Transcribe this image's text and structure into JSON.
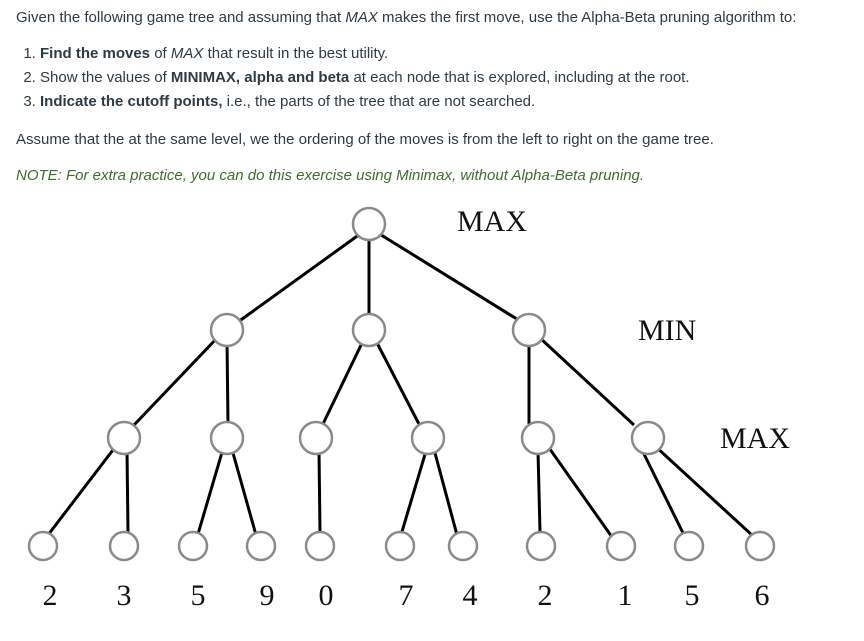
{
  "question": {
    "intro": {
      "a": "Given the following game tree and assuming that ",
      "max": "MAX",
      "b": " makes the first move, use the Alpha-Beta pruning algorithm to:"
    },
    "steps": [
      {
        "bold": "Find the moves",
        "a": " of ",
        "em": "MAX",
        "b": " that result in the best utility."
      },
      {
        "a": "Show the values of ",
        "bold": "MINIMAX, alpha and beta",
        "b": " at each node that is explored, including at the root."
      },
      {
        "bold": "Indicate the cutoff points,",
        "a": " i.e., the parts of the tree that are not searched."
      }
    ],
    "assumption": "Assume that the at the same level, we the ordering of the moves is from the left to right on the game tree.",
    "note": "NOTE: For extra practice, you can do this exercise using Minimax, without Alpha-Beta pruning."
  },
  "tree": {
    "level_labels": [
      "MAX",
      "MIN",
      "MAX"
    ],
    "leaf_values": [
      "2",
      "3",
      "5",
      "9",
      "0",
      "7",
      "4",
      "2",
      "1",
      "5",
      "6"
    ]
  }
}
